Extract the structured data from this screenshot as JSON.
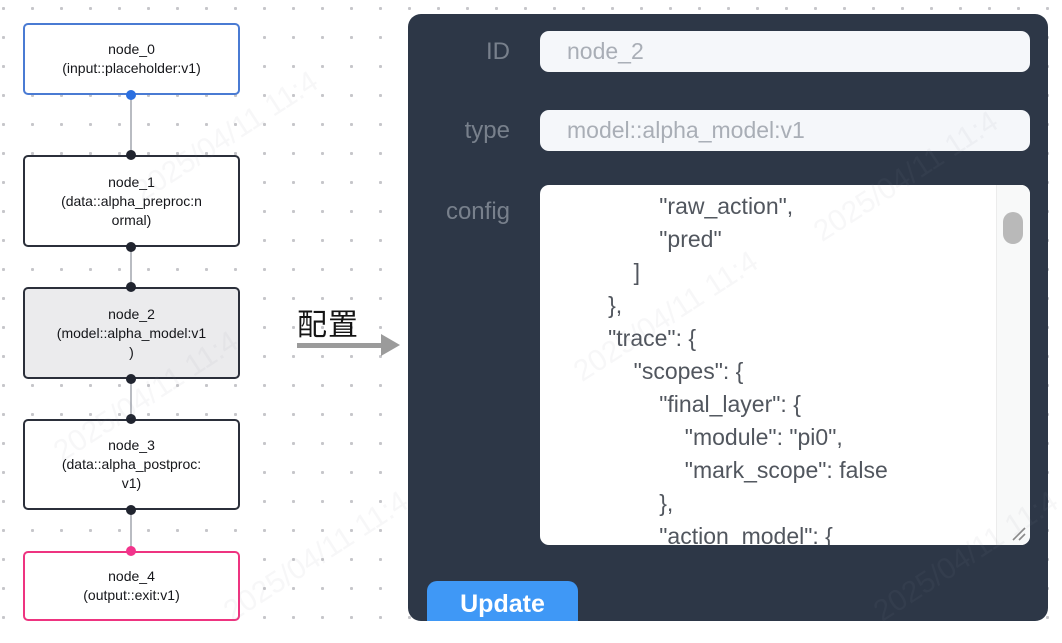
{
  "flow": {
    "nodes": [
      {
        "title": "node_0",
        "subtitle": "(input::placeholder:v1)",
        "kind": "input"
      },
      {
        "title": "node_1",
        "subtitle": "(data::alpha_preproc:n\normal)",
        "kind": "default"
      },
      {
        "title": "node_2",
        "subtitle": "(model::alpha_model:v1\n)",
        "kind": "selected"
      },
      {
        "title": "node_3",
        "subtitle": "(data::alpha_postproc:\nv1)",
        "kind": "default"
      },
      {
        "title": "node_4",
        "subtitle": "(output::exit:v1)",
        "kind": "output"
      }
    ]
  },
  "transition": {
    "label": "配置"
  },
  "panel": {
    "id_label": "ID",
    "id_value": "node_2",
    "type_label": "type",
    "type_value": "model::alpha_model:v1",
    "config_label": "config",
    "config_text": "                \"raw_action\",\n                \"pred\"\n            ]\n        },\n        \"trace\": {\n            \"scopes\": {\n                \"final_layer\": {\n                    \"module\": \"pi0\",\n                    \"mark_scope\": false\n                },\n                \"action_model\": {",
    "update_label": "Update"
  },
  "colors": {
    "node_default_border": "#2b2f3a",
    "node_input_border": "#4a7bd3",
    "node_output_border": "#ee3480",
    "node_selected_bg": "#ebebed",
    "handle_default": "#20242f",
    "handle_input": "#2b6fe0",
    "handle_output": "#f2348c",
    "edge": "#b9bcc2",
    "panel_bg": "#2d3747",
    "button_bg": "#3f98f6",
    "arrow": "#9b9b9b"
  },
  "watermark": {
    "text": "2025/04/11 11:4"
  }
}
